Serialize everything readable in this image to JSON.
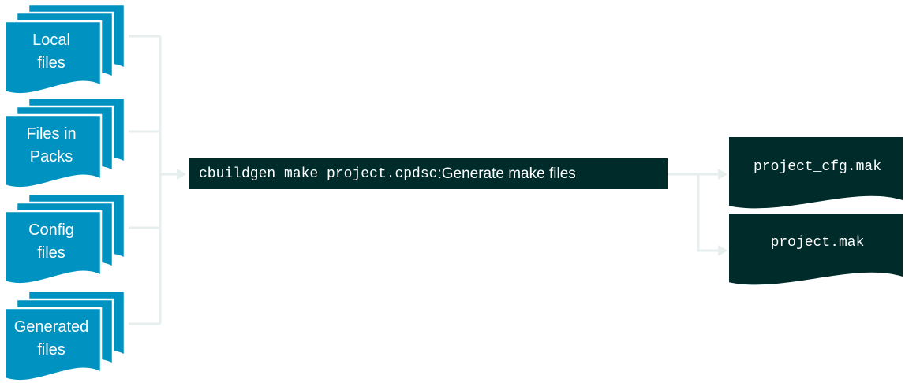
{
  "inputs": [
    {
      "label": "Local\nfiles"
    },
    {
      "label": "Files in\nPacks"
    },
    {
      "label": "Config\nfiles"
    },
    {
      "label": "Generated\nfiles"
    }
  ],
  "command": {
    "code": "cbuildgen make project.cpdsc",
    "separator": ":",
    "description": " Generate make files"
  },
  "outputs": [
    {
      "label": "project_cfg.mak"
    },
    {
      "label": "project.mak"
    }
  ],
  "colors": {
    "input_doc": "#0093c1",
    "output_doc": "#002b2b",
    "command_bg": "#002b2b",
    "connector": "#e7eeee"
  }
}
